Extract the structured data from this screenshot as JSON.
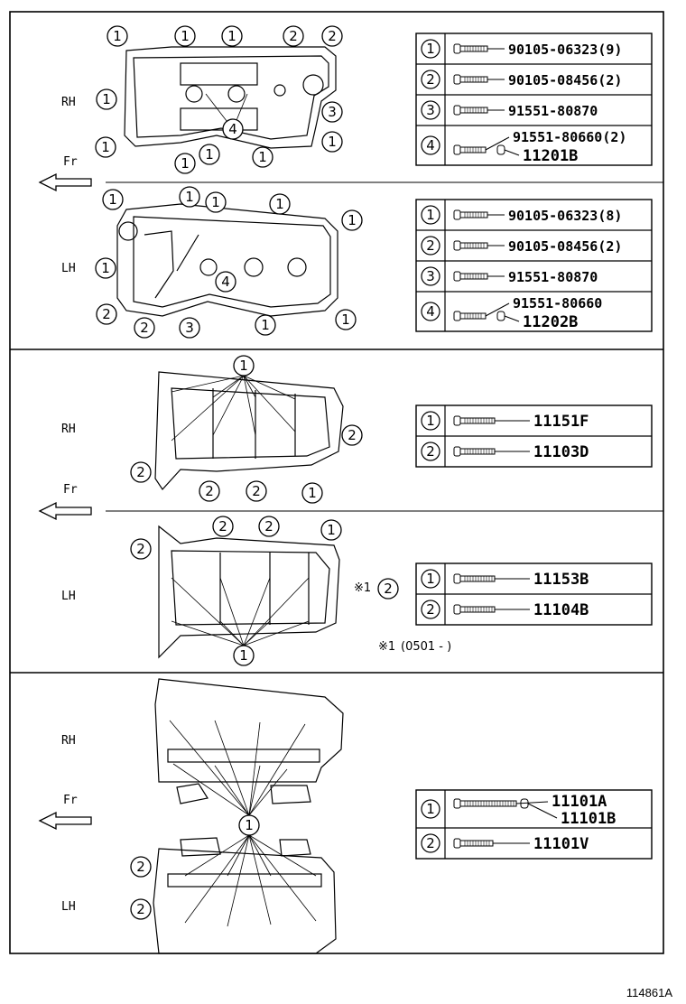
{
  "side_labels": {
    "rh": "RH",
    "lh": "LH",
    "fr": "Fr"
  },
  "callouts": [
    "1",
    "2",
    "3",
    "4"
  ],
  "note": {
    "mark": "※1",
    "text": "(0501 -      )",
    "ref": "※1"
  },
  "tables": {
    "p1_rh": [
      {
        "n": "1",
        "parts": [
          "90105-06323(9)"
        ]
      },
      {
        "n": "2",
        "parts": [
          "90105-08456(2)"
        ]
      },
      {
        "n": "3",
        "parts": [
          "91551-80870"
        ]
      },
      {
        "n": "4",
        "parts": [
          "91551-80660(2)",
          "11201B"
        ]
      }
    ],
    "p1_lh": [
      {
        "n": "1",
        "parts": [
          "90105-06323(8)"
        ]
      },
      {
        "n": "2",
        "parts": [
          "90105-08456(2)"
        ]
      },
      {
        "n": "3",
        "parts": [
          "91551-80870"
        ]
      },
      {
        "n": "4",
        "parts": [
          "91551-80660",
          "11202B"
        ]
      }
    ],
    "p2_rh": [
      {
        "n": "1",
        "parts": [
          "11151F"
        ]
      },
      {
        "n": "2",
        "parts": [
          "11103D"
        ]
      }
    ],
    "p2_lh": [
      {
        "n": "1",
        "parts": [
          "11153B"
        ]
      },
      {
        "n": "2",
        "parts": [
          "11104B"
        ]
      }
    ],
    "p3": [
      {
        "n": "1",
        "parts": [
          "11101A",
          "11101B"
        ]
      },
      {
        "n": "2",
        "parts": [
          "11101V"
        ]
      }
    ]
  },
  "figure_code": "114861A"
}
